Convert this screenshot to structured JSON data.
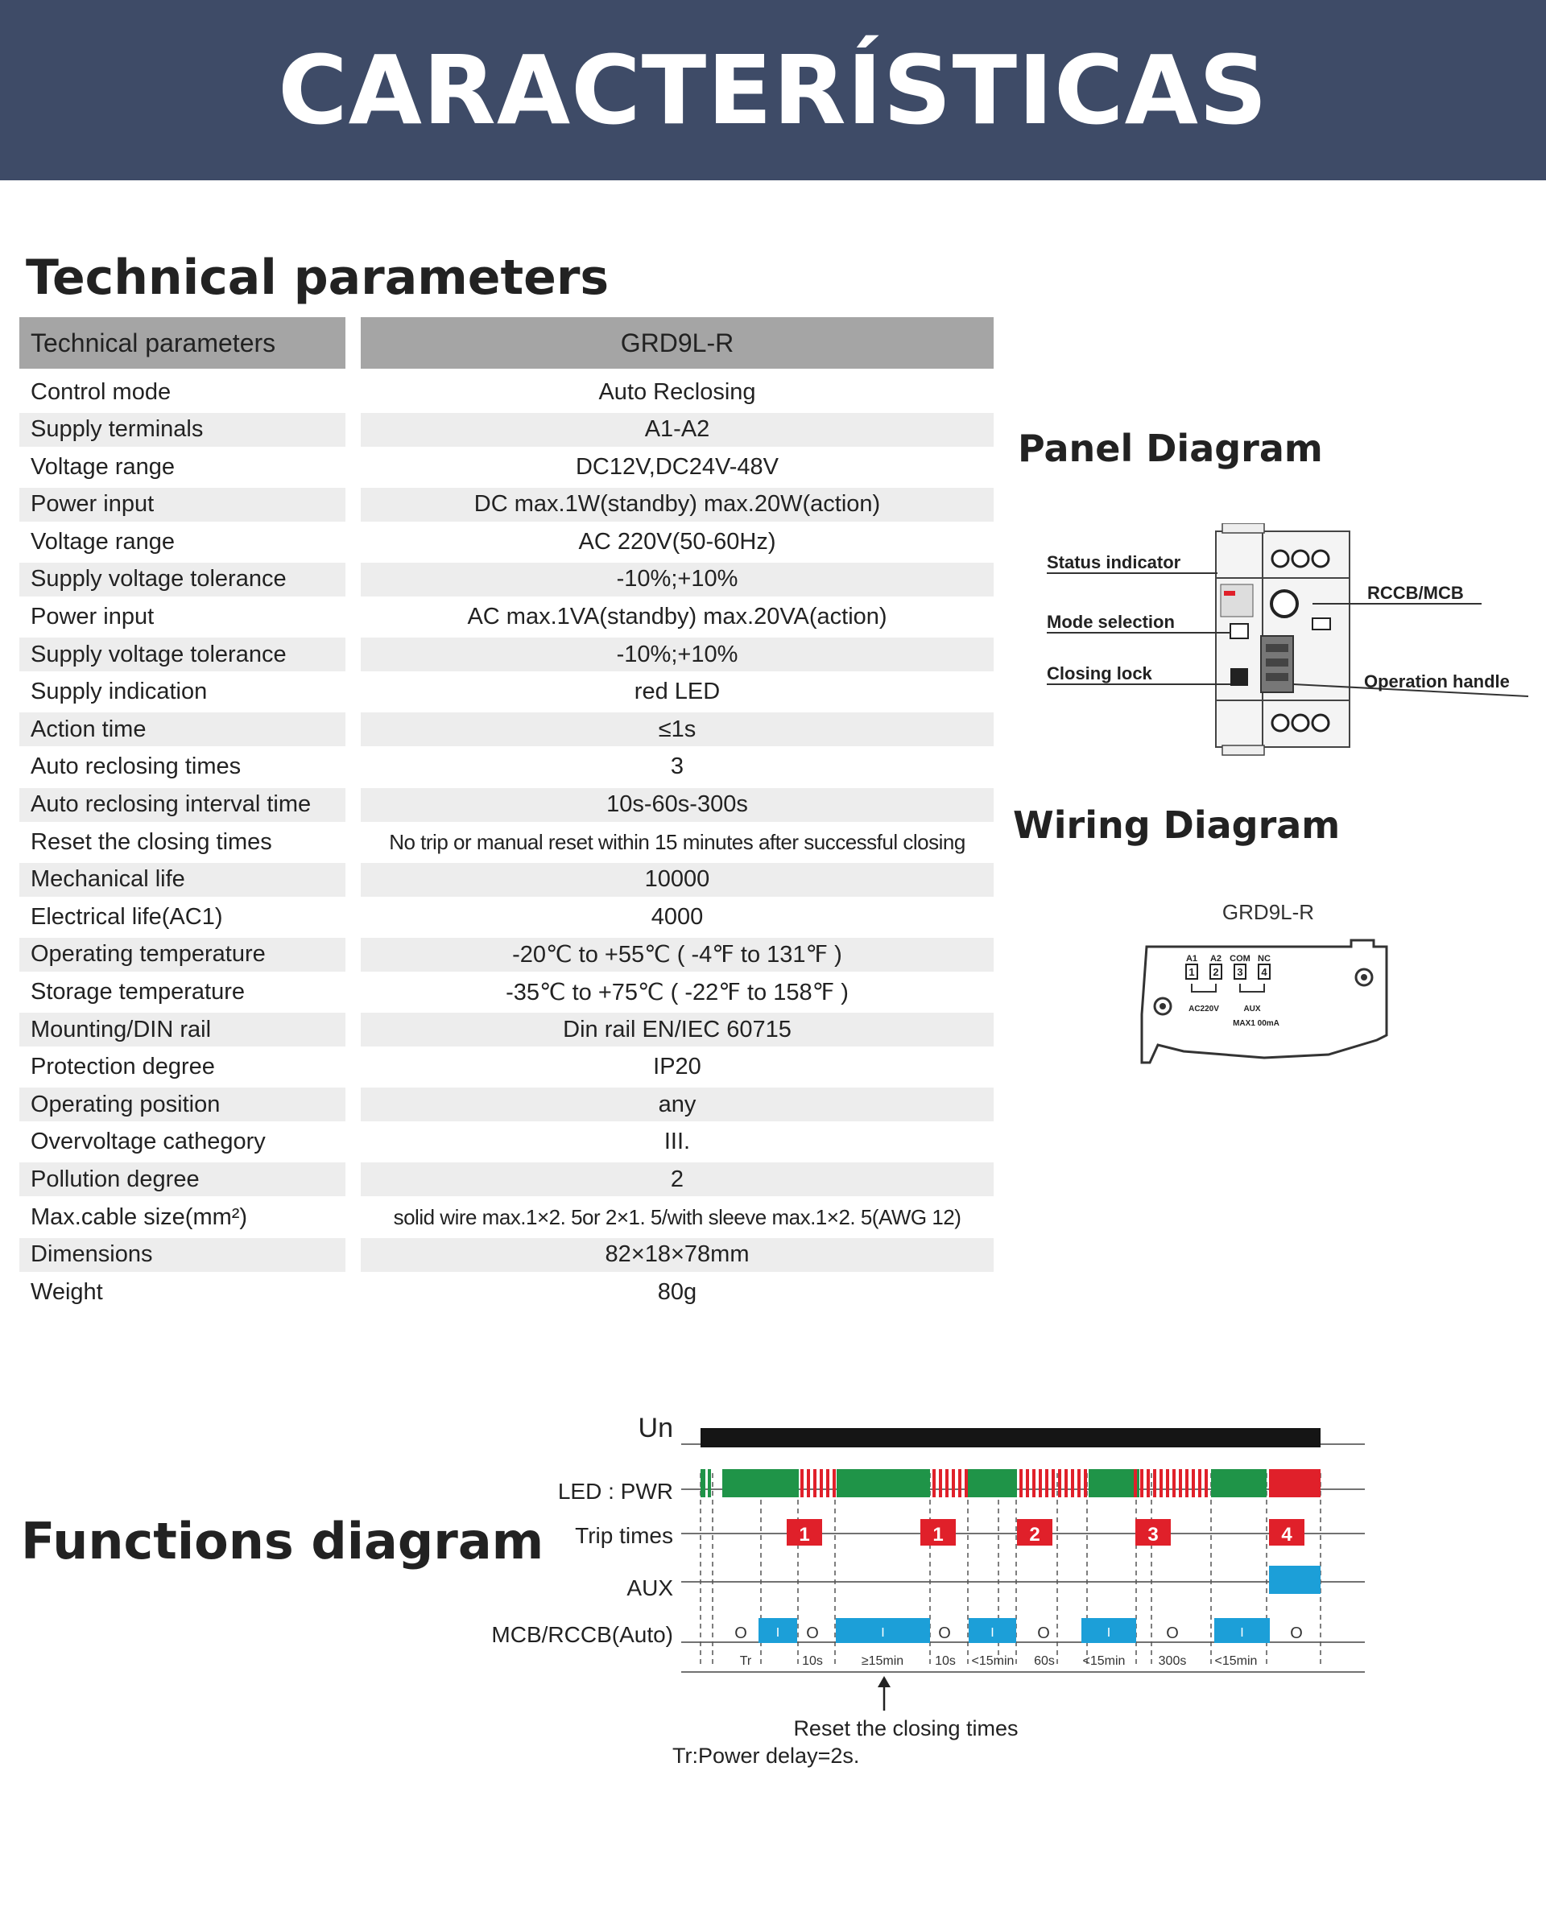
{
  "banner": {
    "title": "CARACTERÍSTICAS"
  },
  "technical": {
    "title": "Technical parameters",
    "header": {
      "param": "Technical parameters",
      "model": "GRD9L-R"
    },
    "rows": [
      {
        "param": "Control mode",
        "value": "Auto Reclosing"
      },
      {
        "param": "Supply terminals",
        "value": "A1-A2"
      },
      {
        "param": "Voltage range",
        "value": "DC12V,DC24V-48V"
      },
      {
        "param": "Power input",
        "value": "DC max.1W(standby)   max.20W(action)"
      },
      {
        "param": "Voltage range",
        "value": "AC 220V(50-60Hz)"
      },
      {
        "param": "Supply voltage tolerance",
        "value": "-10%;+10%"
      },
      {
        "param": "Power input",
        "value": "AC max.1VA(standby) max.20VA(action)"
      },
      {
        "param": "Supply voltage tolerance",
        "value": "-10%;+10%"
      },
      {
        "param": "Supply indication",
        "value": "red LED"
      },
      {
        "param": "Action time",
        "value": "≤1s"
      },
      {
        "param": "Auto reclosing times",
        "value": "3"
      },
      {
        "param": "Auto reclosing interval time",
        "value": "10s-60s-300s"
      },
      {
        "param": "Reset the closing times",
        "value": "No trip or manual reset within 15 minutes after successful closing"
      },
      {
        "param": "Mechanical life",
        "value": "10000"
      },
      {
        "param": "Electrical life(AC1)",
        "value": "4000"
      },
      {
        "param": "Operating temperature",
        "value": "-20℃ to +55℃ ( -4℉ to 131℉ )"
      },
      {
        "param": "Storage temperature",
        "value": "-35℃ to +75℃ ( -22℉ to 158℉ )"
      },
      {
        "param": "Mounting/DIN rail",
        "value": "Din rail EN/IEC 60715"
      },
      {
        "param": "Protection degree",
        "value": "IP20"
      },
      {
        "param": "Operating position",
        "value": "any"
      },
      {
        "param": "Overvoltage cathegory",
        "value": "III."
      },
      {
        "param": "Pollution degree",
        "value": "2"
      },
      {
        "param": "Max.cable size(mm²)",
        "value": "solid wire max.1×2. 5or 2×1. 5/with  sleeve max.1×2. 5(AWG 12)"
      },
      {
        "param": "Dimensions",
        "value": "82×18×78mm"
      },
      {
        "param": "Weight",
        "value": "80g"
      }
    ]
  },
  "panel": {
    "title": "Panel Diagram",
    "labels": {
      "status": "Status indicator",
      "mode": "Mode selection",
      "closing": "Closing lock",
      "rccb": "RCCB/MCB",
      "handle": "Operation handle"
    }
  },
  "wiring": {
    "title": "Wiring Diagram",
    "model": "GRD9L-R",
    "terminals": [
      "A1",
      "A2",
      "COM",
      "NC"
    ],
    "terminal_numbers": [
      "1",
      "2",
      "3",
      "4"
    ],
    "sub_labels": {
      "ac": "AC220V",
      "aux": "AUX",
      "max": "MAX1 00mA"
    }
  },
  "functions": {
    "title": "Functions diagram",
    "rows": {
      "un": "Un",
      "led": "LED : PWR",
      "trip": "Trip times",
      "aux": "AUX",
      "mcb": "MCB/RCCB(Auto)"
    },
    "trip_numbers": [
      "1",
      "1",
      "2",
      "3",
      "4"
    ],
    "on_label": "I",
    "off_label": "O",
    "intervals": [
      "Tr",
      "10s",
      "≥15min",
      "10s",
      "<15min",
      "60s",
      "<15min",
      "300s",
      "<15min"
    ],
    "reset_label": "Reset the closing times",
    "note": "Tr:Power delay=2s.",
    "colors": {
      "green": "#1f9448",
      "red": "#e0202a",
      "blue": "#1c9fd8",
      "black": "#151515"
    }
  }
}
